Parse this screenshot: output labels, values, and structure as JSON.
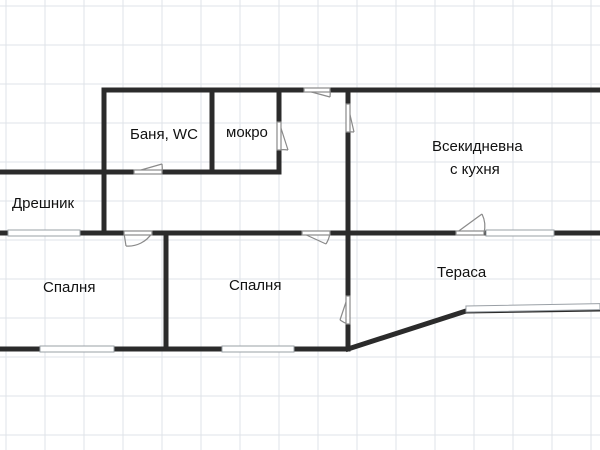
{
  "colors": {
    "wall": "#2b2b2b",
    "grid": "#dfe3e8",
    "background": "#ffffff",
    "door": "#8a8a8a",
    "window": "#9aa0a6",
    "label": "#111111"
  },
  "rooms": {
    "bathroom": "Баня, WC",
    "utility": "мокро",
    "living": "Всекидневна",
    "living_line2": "с кухня",
    "wardrobe": "Дрешник",
    "bedroom_left": "Спалня",
    "bedroom_middle": "Спалня",
    "terrace": "Тераса"
  }
}
